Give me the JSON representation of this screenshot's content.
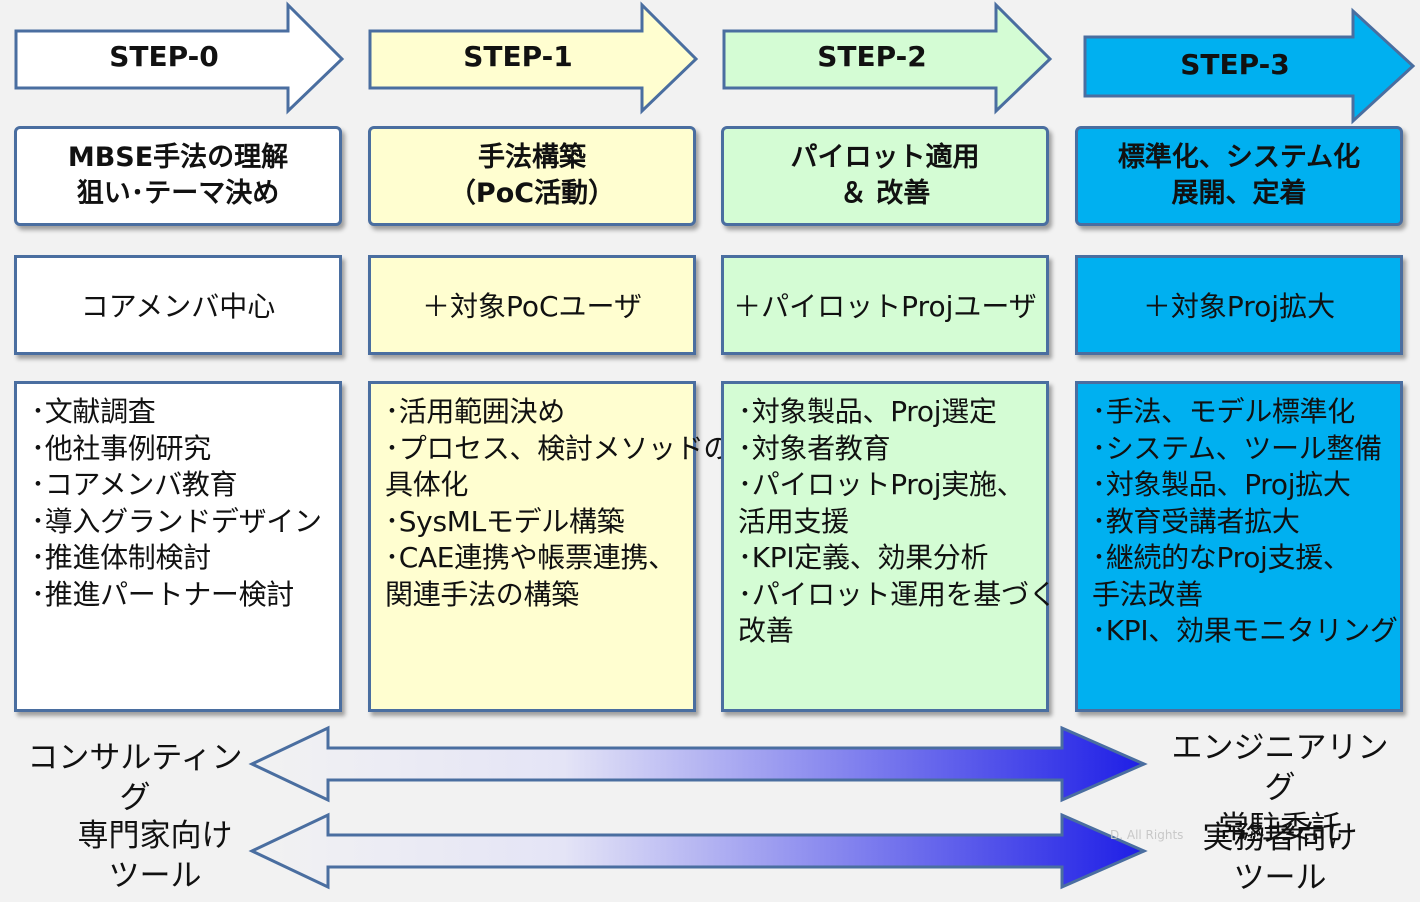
{
  "colors": {
    "step0": "#ffffff",
    "step1": "#fffed0",
    "step2": "#d4fcd4",
    "step3": "#00b0f0",
    "border": "#4a6ea0",
    "arrow_gradient_start": "#f2f2f2",
    "arrow_gradient_end": "#1e1ee6"
  },
  "steps": [
    {
      "label": "STEP-0",
      "title_lines": [
        "MBSE手法の理解",
        "狙い･テーマ決め"
      ],
      "role": "コアメンバ中心",
      "items": [
        "･文献調査",
        "･他社事例研究",
        "･コアメンバ教育",
        "･導入グランドデザイン",
        "･推進体制検討",
        "･推進パートナー検討"
      ]
    },
    {
      "label": "STEP-1",
      "title_lines": [
        "手法構築",
        "（PoC活動）"
      ],
      "role": "＋対象PoCユーザ",
      "items": [
        "･活用範囲決め",
        "･プロセス、検討メソッドの",
        " 具体化",
        "･SysMLモデル構築",
        "･CAE連携や帳票連携、",
        "  関連手法の構築"
      ]
    },
    {
      "label": "STEP-2",
      "title_lines": [
        "パイロット適用",
        "＆ 改善"
      ],
      "role": "＋パイロットProjユーザ",
      "items": [
        "･対象製品、Proj選定",
        "･対象者教育",
        "･パイロットProj実施、",
        "  活用支援",
        "･KPI定義、効果分析",
        "･パイロット運用を基づく",
        " 改善"
      ]
    },
    {
      "label": "STEP-3",
      "title_lines": [
        "標準化、システム化",
        "展開、定着"
      ],
      "role": "＋対象Proj拡大",
      "items": [
        "･手法、モデル標準化",
        "･システム、ツール整備",
        "･対象製品、Proj拡大",
        "･教育受講者拡大",
        "･継続的なProj支援、",
        "  手法改善",
        "･KPI、効果モニタリング"
      ]
    }
  ],
  "scales": [
    {
      "left": [
        "コンサルティング"
      ],
      "right": [
        "エンジニアリング",
        "常駐委託"
      ]
    },
    {
      "left": [
        "専門家向け",
        "ツール"
      ],
      "right": [
        "実務者向け",
        "ツール"
      ]
    }
  ],
  "faint_text": [
    "D. All Rights"
  ]
}
